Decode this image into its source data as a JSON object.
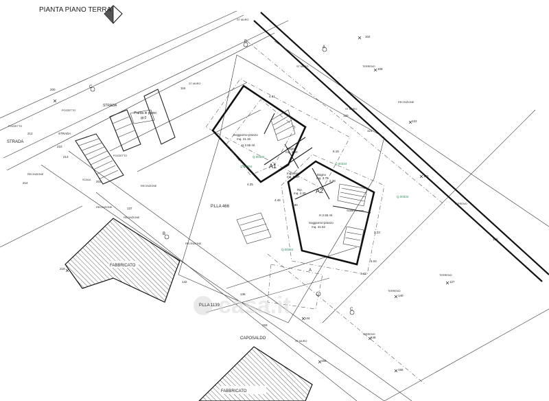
{
  "title": "PIANTA PIANO TERRA",
  "labels": {
    "strada_a": "STRADA",
    "strada_b": "STRADA",
    "strada_c": "STRADA",
    "pianta_a": "Pianta in piano",
    "pianta_b": "gr.0",
    "p_lla_466": "P.LLA 466",
    "p_lla_1139": "P.LLA 1139",
    "fabbricato_top": "FABBRICATO",
    "fabbricato_bottom": "FABBRICATO",
    "caposaldo": "CAPOSALDO",
    "a1": "A1",
    "a2": "A2",
    "soggiorno_a1": "Soggiorno-pranzo",
    "soggiorno_a1_mq": "mq. 41.16",
    "h_a1": "H 2.55 ml.",
    "bagno_1": "Bagno",
    "bagno_1_mq": "mq. 4.00",
    "ingresso": "Ingresso",
    "ingresso_mq": "mq. 5.00",
    "rip": "Rip.",
    "rip_mq": "mq. 4.20",
    "bagno_2": "Bagno",
    "bagno_2_mq": "mq. 3.78",
    "soggiorno_a2": "Soggiorno-pranzo",
    "soggiorno_a2_mq": "mq. 41.52",
    "h_a2": "H 2.55 ml.",
    "scala_a2": "Scala comune",
    "recinzione_1": "RECINZIONE",
    "recinzione_2": "RECINZIONE",
    "recinzione_3": "RECINZIONE",
    "recinzione_4": "RECINZIONE",
    "recinzione_5": "RECINZIONE",
    "recinzione_6": "RECINZIONE",
    "ref_102": "102",
    "ref_108": "108",
    "ref_116": "116",
    "ref_120": "120",
    "ref_121": "121",
    "ref_122": "122",
    "ref_126": "126",
    "ref_127": "127",
    "ref_131": "131",
    "ref_136": "136",
    "ref_137": "137",
    "ref_140": "140",
    "ref_142": "142",
    "ref_144": "144",
    "ref_146": "146",
    "ref_150": "150",
    "ref_153": "153",
    "ref_156": "156",
    "ref_200": "200",
    "ref_203": "203",
    "ref_210": "210",
    "ref_212": "212",
    "ref_213": "213",
    "ref_214": "214",
    "ref_219": "219",
    "terreno_1": "TERRENO",
    "terreno_2": "TERRENO",
    "terreno_3": "TERRENO",
    "terreno_4": "TERRENO",
    "terreno_5": "TERRENO",
    "st_muro_1": "ST MURO",
    "st_muro_2": "ST MURO",
    "st_muro_3": "ST MURO",
    "st_muro_4": "ST MURO",
    "st_muro_5": "ST MURO",
    "pozzetto_1": "POZZETTO",
    "pozzetto_2": "POZZETTO",
    "pozzetto_3": "POZZETTO",
    "scala_label": "SCALA",
    "green_1": "Q.00334",
    "green_2": "Q.00334",
    "green_3": "Q.00334",
    "green_4": "Q.00334",
    "green_5": "Q.00334",
    "section_a": "A",
    "section_a2": "A",
    "section_b": "B",
    "section_b2": "B",
    "section_c": "C",
    "section_c2": "C",
    "dim_1": "4.61",
    "dim_2": "5.15",
    "dim_3": "6.04",
    "dim_4": "3.43",
    "dim_5": "4.25",
    "dim_6": "1.80",
    "dim_7": "3.23",
    "dim_8": "4.45",
    "dim_9": "2.38",
    "watermark": "casa.it"
  },
  "colors": {
    "line": "#222222",
    "hatch": "#333333",
    "green": "#2f8a5a",
    "watermark": "#d9d9d9"
  }
}
